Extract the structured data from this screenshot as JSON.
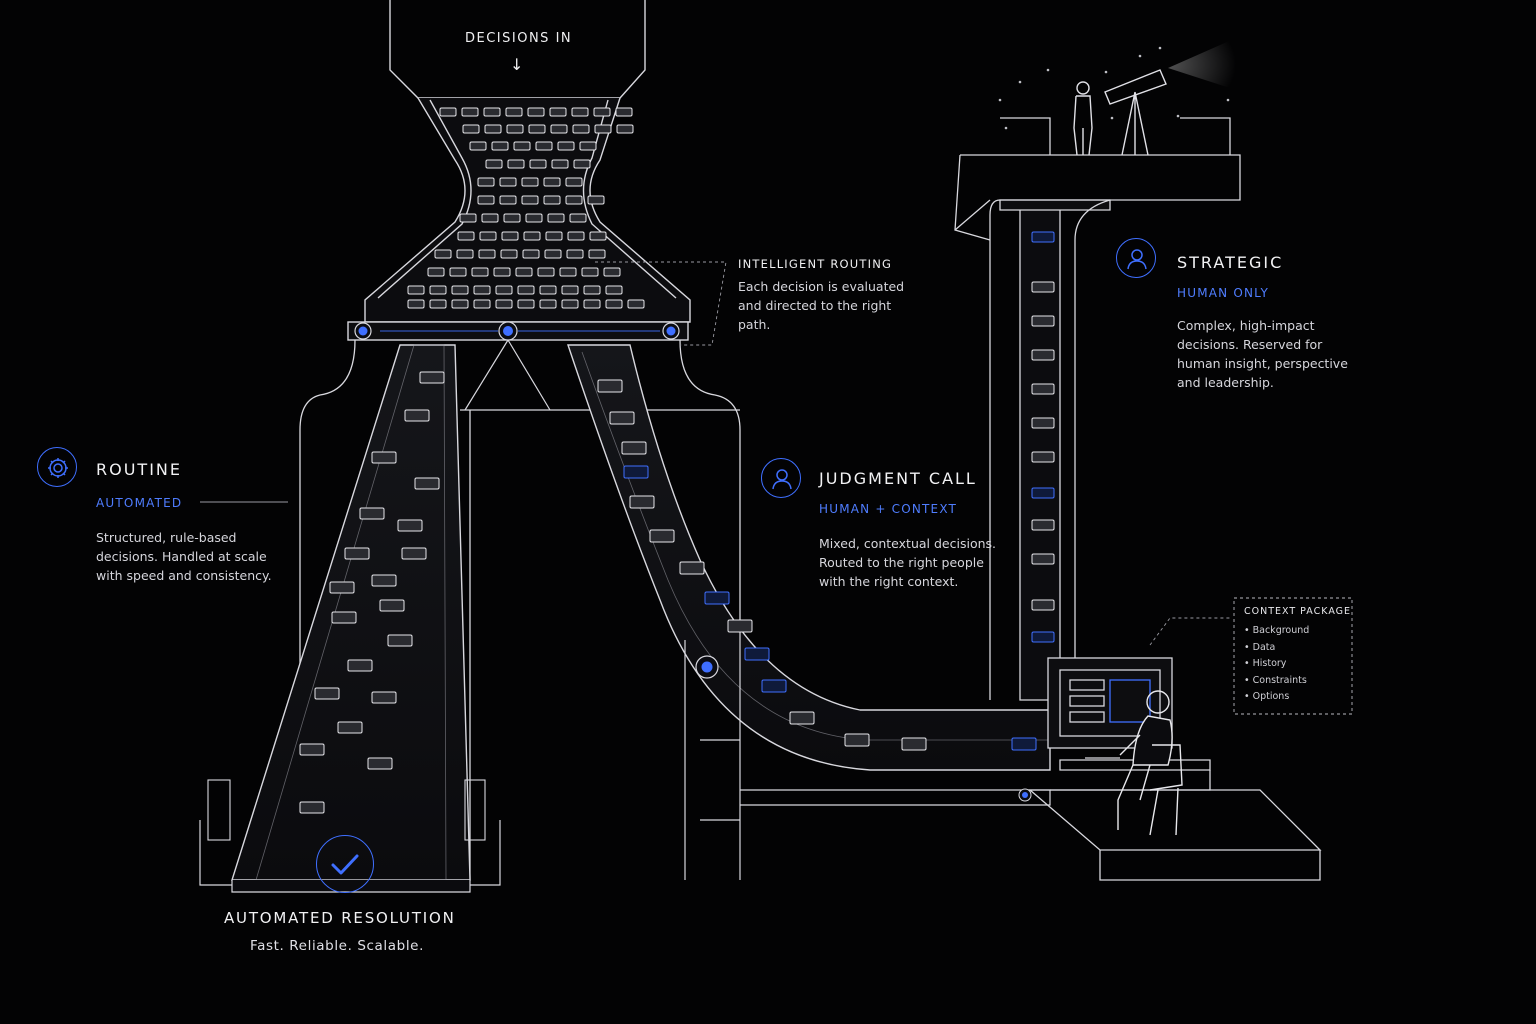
{
  "intake": {
    "label": "DECISIONS IN",
    "arrow": "↓"
  },
  "routing": {
    "title": "INTELLIGENT ROUTING",
    "body_lines": [
      "Each decision is evaluated",
      "and directed to the right",
      "path."
    ]
  },
  "routine": {
    "title": "ROUTINE",
    "subtitle": "AUTOMATED",
    "body_lines": [
      "Structured, rule-based",
      "decisions. Handled at scale",
      "with speed and consistency."
    ],
    "icon": "gear-icon"
  },
  "judgment": {
    "title": "JUDGMENT CALL",
    "subtitle": "HUMAN + CONTEXT",
    "body_lines": [
      "Mixed, contextual decisions.",
      "Routed to the right people",
      "with the right context."
    ],
    "icon": "person-icon"
  },
  "strategic": {
    "title": "STRATEGIC",
    "subtitle": "HUMAN ONLY",
    "body_lines": [
      "Complex, high-impact",
      "decisions. Reserved for",
      "human insight, perspective",
      "and leadership."
    ],
    "icon": "person-icon"
  },
  "context_package": {
    "title": "CONTEXT PACKAGE",
    "items": [
      "Background",
      "Data",
      "History",
      "Constraints",
      "Options"
    ]
  },
  "resolution": {
    "title": "AUTOMATED RESOLUTION",
    "subtitle": "Fast. Reliable. Scalable.",
    "icon": "checkmark-icon"
  },
  "colors": {
    "background": "#030304",
    "accent": "#3f6fff",
    "line": "#d8d8de"
  }
}
